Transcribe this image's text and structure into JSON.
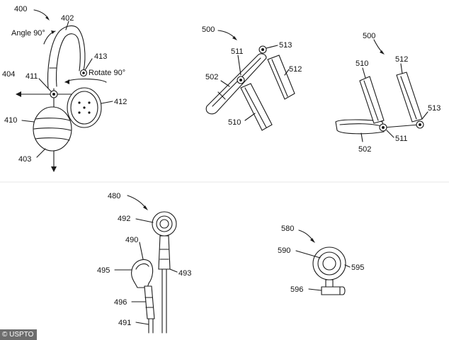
{
  "figures": {
    "headphone": {
      "ref": "400",
      "angle": "Angle 90°",
      "rotate": "Rotate 90°",
      "labels": {
        "l402": "402",
        "l404": "404",
        "l411": "411",
        "l413": "413",
        "l410": "410",
        "l412": "412",
        "l403": "403"
      }
    },
    "folded_a": {
      "ref": "500",
      "labels": {
        "l511": "511",
        "l513": "513",
        "l502": "502",
        "l512": "512",
        "l510": "510"
      }
    },
    "folded_b": {
      "ref": "500",
      "labels": {
        "l510": "510",
        "l512": "512",
        "l513": "513",
        "l502": "502",
        "l511": "511"
      }
    },
    "earbud": {
      "ref": "480",
      "labels": {
        "l492": "492",
        "l490": "490",
        "l495": "495",
        "l493": "493",
        "l496": "496",
        "l491": "491"
      }
    },
    "earpiece": {
      "ref": "580",
      "labels": {
        "l590": "590",
        "l595": "595",
        "l596": "596"
      }
    }
  },
  "watermark": "© USPTO",
  "colors": {
    "line": "#1a1a1a",
    "divider": "#e7e7e7"
  }
}
